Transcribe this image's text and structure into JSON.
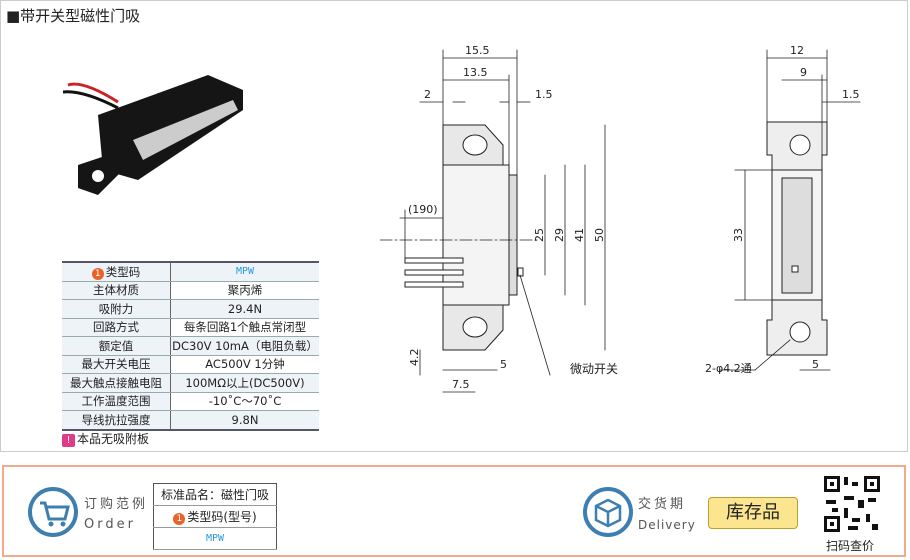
{
  "title": "■带开关型磁性门吸",
  "spec_table": {
    "rows": [
      {
        "key": "类型码",
        "value": "MPW",
        "badge": "1"
      },
      {
        "key": "主体材质",
        "value": "聚丙烯"
      },
      {
        "key": "吸附力",
        "value": "29.4N"
      },
      {
        "key": "回路方式",
        "value": "每条回路1个触点常闭型"
      },
      {
        "key": "额定值",
        "value": "DC30V 10mA（电阻负载）"
      },
      {
        "key": "最大开关电压",
        "value": "AC500V 1分钟"
      },
      {
        "key": "最大触点接触电阻",
        "value": "100MΩ以上(DC500V)"
      },
      {
        "key": "工作温度范围",
        "value": "-10˚C～70˚C"
      },
      {
        "key": "导线抗拉强度",
        "value": "9.8N"
      }
    ]
  },
  "note": {
    "icon": "!",
    "text": "本品无吸附板"
  },
  "drawing": {
    "dims": {
      "d15_5": "15.5",
      "d13_5": "13.5",
      "d2": "2",
      "d1_5": "1.5",
      "d190": "(190)",
      "d25": "25",
      "d29": "29",
      "d41": "41",
      "d50": "50",
      "d4_2": "4.2",
      "d5": "5",
      "d7_5": "7.5",
      "switch": "微动开关",
      "s12": "12",
      "s9": "9",
      "s1_5": "1.5",
      "s33": "33",
      "hole": "2-φ4.2通",
      "s5": "5"
    }
  },
  "order": {
    "label_cn": "订购范例",
    "label_en": "Order",
    "std_name": "标准品名：磁性门吸",
    "type_label": "类型码(型号)",
    "badge": "1",
    "type_value": "MPW"
  },
  "delivery": {
    "label_cn": "交货期",
    "label_en": "Delivery",
    "value": "库存品"
  },
  "qr": {
    "caption": "扫码查价"
  },
  "colors": {
    "accent_blue": "#3e7fb0",
    "badge_orange": "#e8622a",
    "border_salmon": "#f2a98c",
    "stock_yellow": "#fbe58e"
  }
}
